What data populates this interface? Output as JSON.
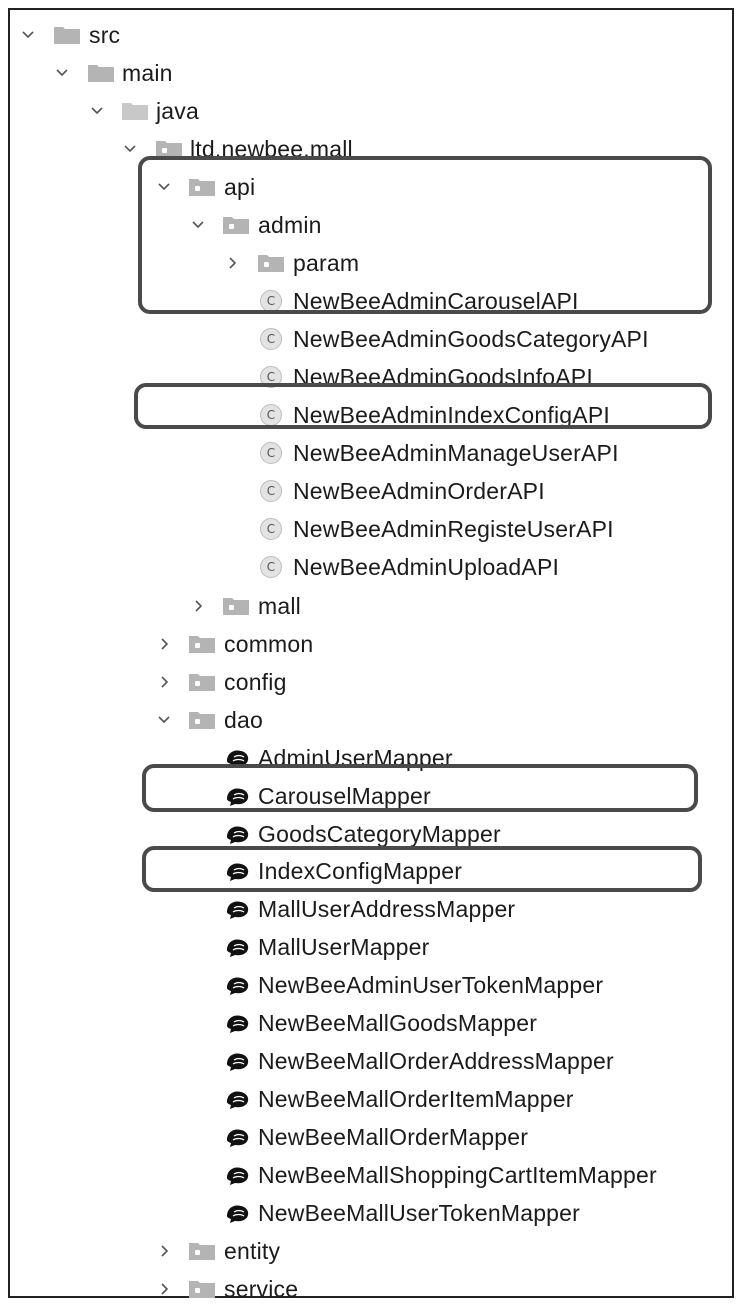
{
  "tree": {
    "src": "src",
    "main": "main",
    "java": "java",
    "pkg": "ltd.newbee.mall",
    "api": "api",
    "admin": "admin",
    "param": "param",
    "api_classes": [
      "NewBeeAdminCarouselAPI",
      "NewBeeAdminGoodsCategoryAPI",
      "NewBeeAdminGoodsInfoAPI",
      "NewBeeAdminIndexConfigAPI",
      "NewBeeAdminManageUserAPI",
      "NewBeeAdminOrderAPI",
      "NewBeeAdminRegisteUserAPI",
      "NewBeeAdminUploadAPI"
    ],
    "mall": "mall",
    "common": "common",
    "config": "config",
    "dao": "dao",
    "mappers": [
      "AdminUserMapper",
      "CarouselMapper",
      "GoodsCategoryMapper",
      "IndexConfigMapper",
      "MallUserAddressMapper",
      "MallUserMapper",
      "NewBeeAdminUserTokenMapper",
      "NewBeeMallGoodsMapper",
      "NewBeeMallOrderAddressMapper",
      "NewBeeMallOrderItemMapper",
      "NewBeeMallOrderMapper",
      "NewBeeMallShoppingCartItemMapper",
      "NewBeeMallUserTokenMapper"
    ],
    "entity": "entity",
    "service": "service",
    "class_badge": "C"
  },
  "icons": {
    "expanded": "chevron-down-icon",
    "collapsed": "chevron-right-icon",
    "folder": "folder-icon",
    "package": "package-folder-icon",
    "class": "class-icon",
    "mapper": "mybatis-mapper-icon"
  },
  "colors": {
    "folder": "#b4b4b4",
    "highlight_border": "#4a4a4a",
    "text": "#1b1b1b"
  }
}
